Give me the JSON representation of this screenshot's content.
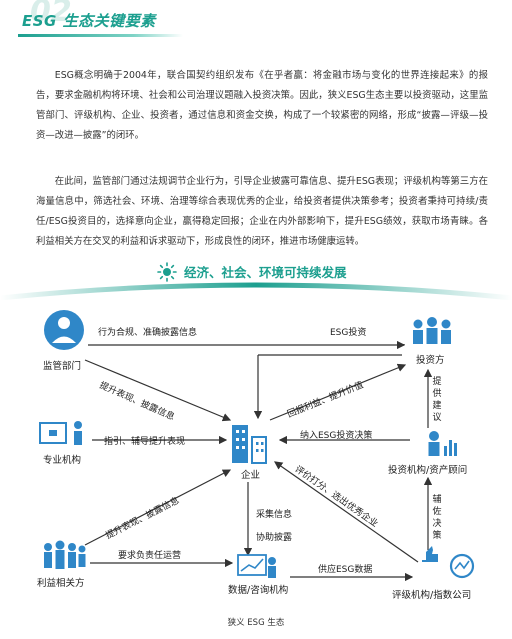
{
  "header": {
    "number": "02",
    "title": "ESG 生态关键要素"
  },
  "paragraphs": [
    "ESG概念明确于2004年，联合国契约组织发布《在乎者赢：将金融市场与变化的世界连接起来》的报告，要求金融机构将环境、社会和公司治理议题融入投资决策。因此，狭义ESG生态主要以投资驱动，这里监管部门、评级机构、企业、投资者，通过信息和资金交换，构成了一个较紧密的网络，形成“披露—评级—投资—改进—披露”的闭环。",
    "在此间，监管部门通过法规调节企业行为，引导企业披露可靠信息、提升ESG表现；评级机构等第三方在海量信息中，筛选社会、环境、治理等综合表现优秀的企业，给投资者提供决策参考；投资者秉持可持续/责任/ESG投资目的，选择意向企业，赢得稳定回报；企业在内外部影响下，提升ESG绩效，获取市场青睐。各利益相关方在交叉的利益和诉求驱动下，形成良性的闭环，推进市场健康运转。"
  ],
  "banner": {
    "title": "经济、社会、环境可持续发展"
  },
  "diagram": {
    "nodes": {
      "regulator": "监管部门",
      "agency": "专业机构",
      "stakeholder": "利益相关方",
      "enterprise": "企业",
      "data": "数据/咨询机构",
      "investor": "投资方",
      "advisor": "投资机构/资产顾问",
      "rating": "评级机构/指数公司"
    },
    "edges": {
      "reg_to_investor": "行为合规、准确披露信息",
      "esg_invest": "ESG投资",
      "reg_to_ent": "提升表现、披露信息",
      "agency_to_ent": "指引、辅导提升表现",
      "stake_to_ent": "提升表现、披露信息",
      "stake_to_data": "要求负责任运营",
      "collect": "采集信息",
      "assist": "协助披露",
      "supply": "供应ESG数据",
      "return": "回报利益、提升价值",
      "include": "纳入ESG投资决策",
      "rate": "评价打分、选出优秀企业",
      "advice": "提供建议",
      "assist2": "辅佐决策"
    }
  },
  "caption": "狭义 ESG 生态",
  "colors": {
    "accent": "#1c9f8f",
    "icon_blue": "#2f87c8",
    "arrow": "#333333"
  }
}
